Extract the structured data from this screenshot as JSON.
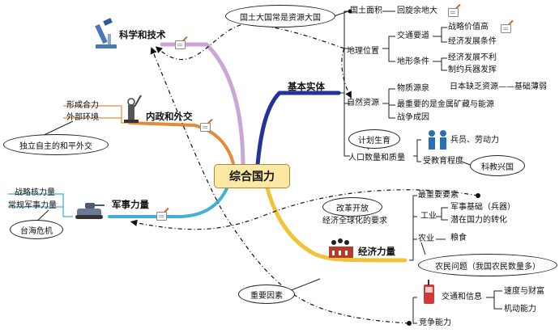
{
  "center": "综合国力",
  "branches": {
    "basic": "基本实体",
    "economy": "经济力量",
    "military": "军事力量",
    "politics": "内政和外交",
    "science": "科学和技术"
  },
  "basic": {
    "land": "国土面积",
    "land_note": "回旋余地大",
    "bubble_big_country": "国土大国常是资源大国",
    "geo": "地理位置",
    "traffic": "交通要道",
    "traffic_items": [
      "战略价值高",
      "经济发展条件"
    ],
    "terrain": "地形条件",
    "terrain_items": [
      "经济发展不利",
      "制约兵器发挥"
    ],
    "resources": "自然资源",
    "res_material": "物质源泉",
    "res_japan": "日本缺乏资源——基础薄弱",
    "res_important": "最重要的是金属矿藏与能源",
    "res_war": "战争成因",
    "population": "人口数量和质量",
    "bubble_family_planning": "计划生育",
    "pop_labor": "兵员、劳动力",
    "pop_education": "受教育程度",
    "bubble_sci_edu": "科教兴国"
  },
  "economy": {
    "key_element": "最重要要素",
    "bubble_reform": "改革开放",
    "globalization": "经济全球化的要求",
    "industry": "工业",
    "industry_items": [
      "军事基础（兵器）",
      "潜在国力的转化"
    ],
    "agriculture": "农业",
    "grain": "粮食",
    "bubble_farmers": "农民问题（我国农民数量多）",
    "transport": "交通和信息",
    "transport_items": [
      "速度与财富",
      "机动能力"
    ],
    "competition": "竞争能力",
    "bubble_important_factor": "重要因素"
  },
  "military": {
    "items": [
      "战略核力量",
      "常规军事力量"
    ],
    "bubble_taiwan": "台海危机"
  },
  "politics": {
    "items": [
      "形成合力",
      "外部环境"
    ],
    "bubble_diplomacy": "独立自主的和平外交"
  },
  "colors": {
    "science": "#c9a6d8",
    "politics": "#e48a3a",
    "military": "#3fb0d8",
    "basic": "#22339a",
    "economy": "#f0c43a",
    "center_fill": "#fde9a3"
  }
}
